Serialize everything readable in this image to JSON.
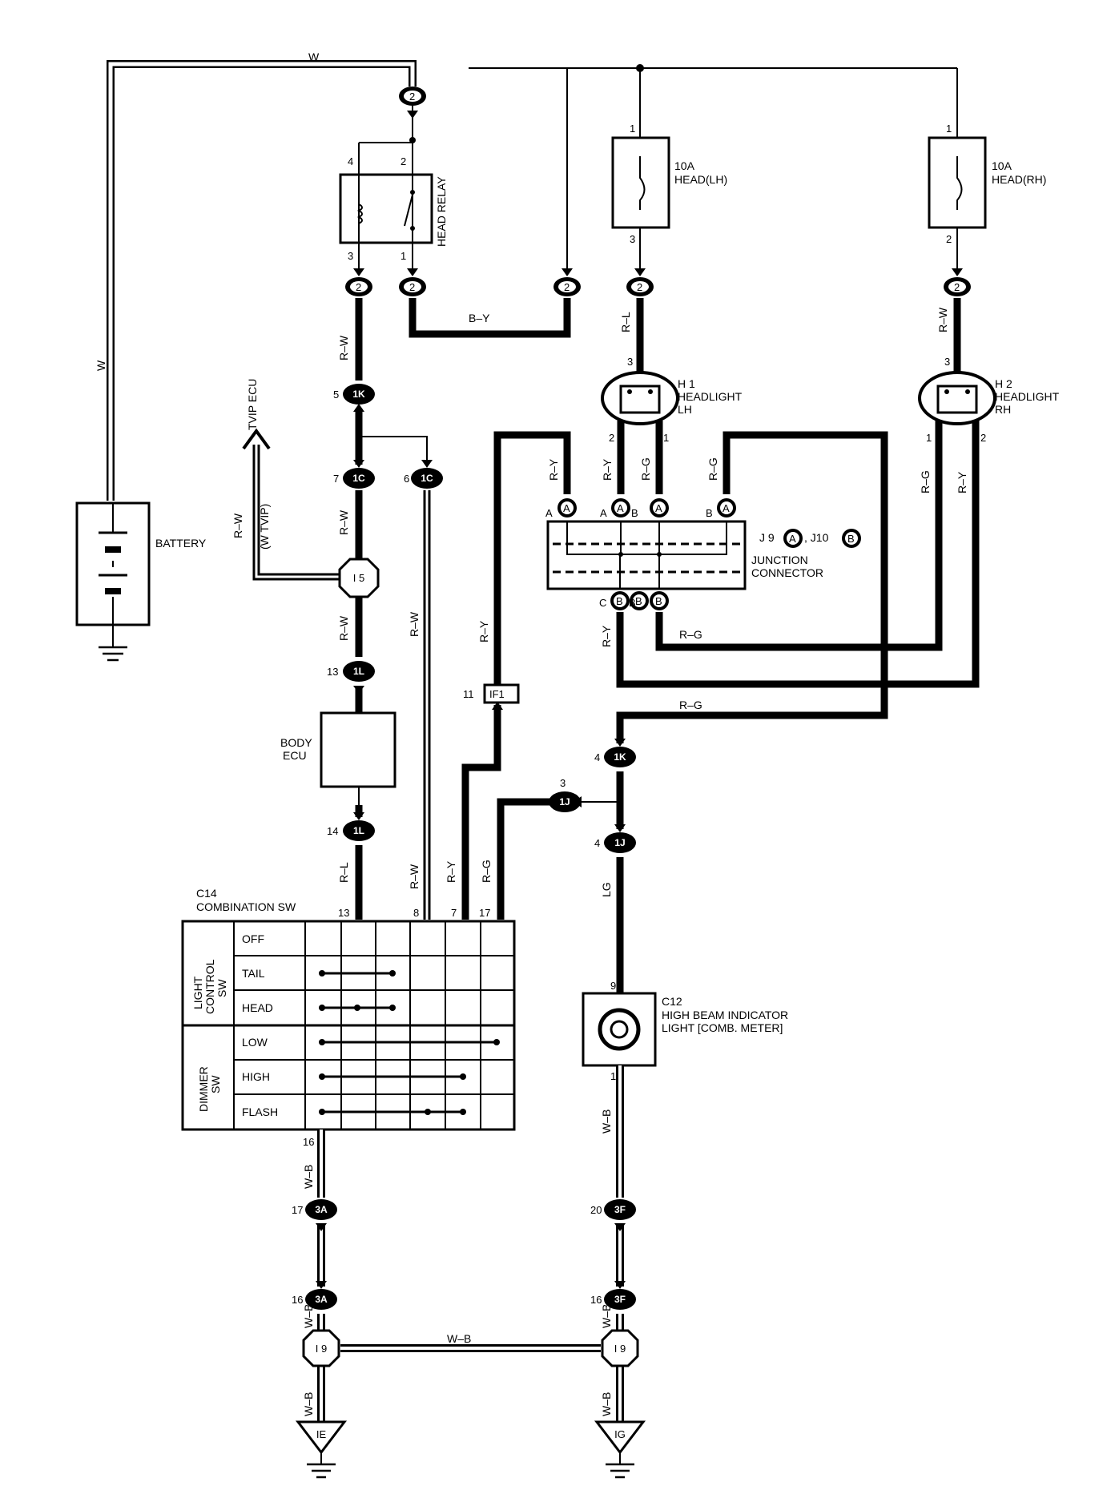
{
  "wires": {
    "w_top": "W",
    "w_left": "W",
    "b_y": "B–Y",
    "r_l_fuse": "R–L",
    "r_w_fuse": "R–W",
    "r_w_relay": "R–W",
    "r_w_tvip": "R–W",
    "r_w_tvip_sub": "(W TVIP)",
    "r_w_1c": "R–W",
    "r_w_i5": "R–W",
    "r_w_long": "R–W",
    "r_y_if1": "R–Y",
    "r_y_ja1": "R–Y",
    "r_y_ja2": "R–Y",
    "r_g_ja": "R–G",
    "r_g_jb": "R–G",
    "r_g_h2": "R–G",
    "r_y_h2": "R–Y",
    "r_y_jc": "R–Y",
    "r_g_jb_bottom": "R–G",
    "r_g_1k": "R–G",
    "r_l_c14": "R–L",
    "r_w_c14": "R–W",
    "r_y_c14": "R–Y",
    "r_g_c14": "R–G",
    "lg": "LG",
    "w_b_1": "W–B",
    "w_b_2": "W–B",
    "w_b_3": "W–B",
    "w_b_4": "W–B",
    "w_b_5": "W–B",
    "w_b_6": "W–B",
    "w_b_7": "W–B"
  },
  "components": {
    "battery": "BATTERY",
    "head_relay": "HEAD RELAY",
    "fuse_lh_rating": "10A",
    "fuse_lh_name": "HEAD(LH)",
    "fuse_rh_rating": "10A",
    "fuse_rh_name": "HEAD(RH)",
    "h1_id": "H 1",
    "h1_name": "HEADLIGHT",
    "h1_side": "LH",
    "h2_id": "H 2",
    "h2_name": "HEADLIGHT",
    "h2_side": "RH",
    "junction_ids_j9": "J 9",
    "junction_ids_sep": ",  J10",
    "junction_name_1": "JUNCTION",
    "junction_name_2": "CONNECTOR",
    "tvip": "TVIP ECU",
    "body_ecu_1": "BODY",
    "body_ecu_2": "ECU",
    "c14_id": "C14",
    "c14_name": "COMBINATION SW",
    "c12_id": "C12",
    "c12_name_1": "HIGH BEAM INDICATOR",
    "c12_name_2": "LIGHT [COMB.  METER]"
  },
  "connectors": {
    "c2a": "2",
    "c2b": "2",
    "c2c": "2",
    "c2d": "2",
    "c2e": "2",
    "c2f": "2",
    "c1k_top": "1K",
    "c1c_a": "1C",
    "c1c_b": "1C",
    "c1l_a": "1L",
    "c1l_b": "1L",
    "if1": "IF1",
    "c1k_b": "1K",
    "c1j_a": "1J",
    "c1j_b": "1J",
    "c3a_a": "3A",
    "c3a_b": "3A",
    "c3f_a": "3F",
    "c3f_b": "3F",
    "ja1": "A",
    "ja2": "A",
    "jb1": "A",
    "ja3": "A",
    "jb2": "B",
    "jb3": "B",
    "jc1": "B",
    "legend_a": "A",
    "legend_b": "B"
  },
  "junctions": {
    "i5": "I 5",
    "i9_left": "I 9",
    "i9_right": "I 9",
    "ie": "IE",
    "ig": "IG"
  },
  "pins": {
    "relay_4": "4",
    "relay_2": "2",
    "relay_3": "3",
    "relay_1": "1",
    "fuse_lh_1": "1",
    "fuse_lh_3": "3",
    "fuse_rh_1": "1",
    "fuse_rh_2": "2",
    "h1_3": "3",
    "h1_2": "2",
    "h1_1": "1",
    "h2_3": "3",
    "h2_1": "1",
    "h2_2": "2",
    "p5": "5",
    "p7": "7",
    "p6": "6",
    "p13": "13",
    "p11": "11",
    "p14": "14",
    "p4_1k": "4",
    "p3_1j": "3",
    "p4_1j": "4",
    "ja_a1": "A",
    "ja_a2": "A",
    "ja_b": "B",
    "ja_b2": "B",
    "jc_c": "C",
    "jc_b": "B",
    "c14_13": "13",
    "c14_8": "8",
    "c14_7": "7",
    "c14_17": "17",
    "c14_16": "16",
    "c12_9": "9",
    "c12_1": "1",
    "p17": "17",
    "p16a": "16",
    "p20": "20",
    "p16b": "16"
  },
  "switch_table": {
    "group1": [
      "LIGHT",
      "CONTROL",
      "SW"
    ],
    "group2": [
      "DIMMER",
      "SW"
    ],
    "rows": [
      "OFF",
      "TAIL",
      "HEAD",
      "LOW",
      "HIGH",
      "FLASH"
    ]
  }
}
